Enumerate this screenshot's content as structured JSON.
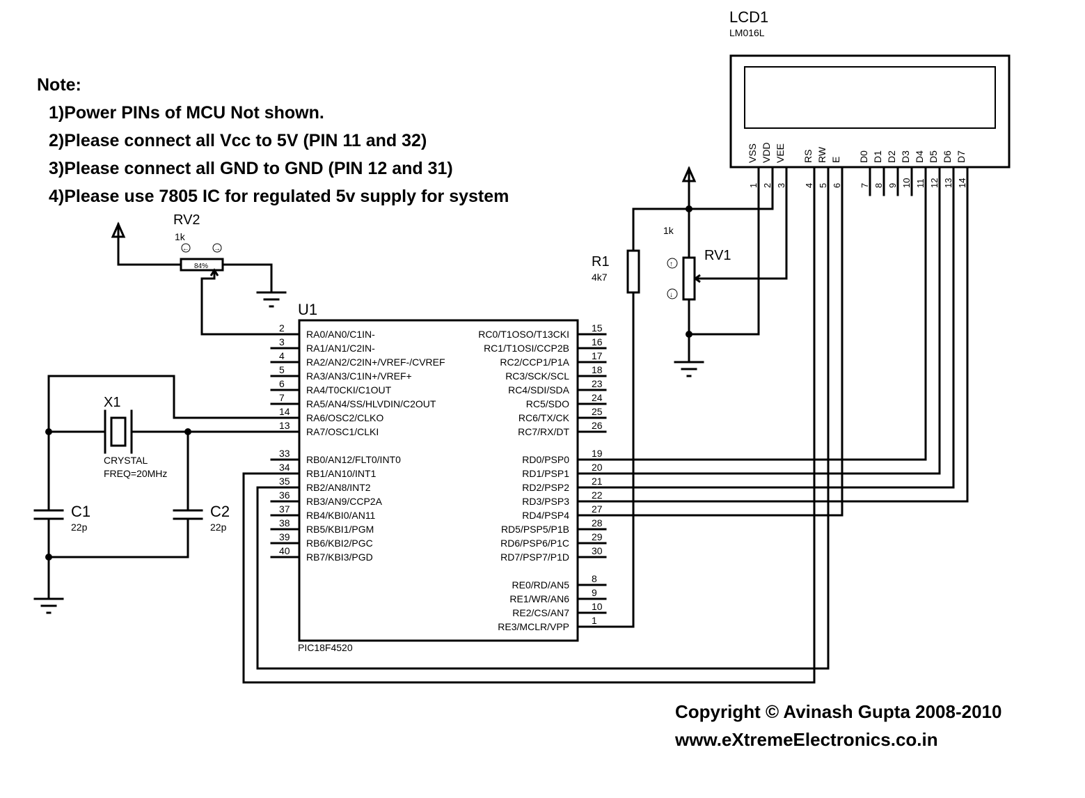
{
  "notes": {
    "title": "Note:",
    "items": [
      "1)Power PINs of MCU Not shown.",
      "2)Please connect all Vcc to 5V (PIN 11 and 32)",
      "3)Please connect all GND to GND (PIN 12 and 31)",
      "4)Please use 7805 IC for regulated 5v supply for system"
    ]
  },
  "copyright": {
    "line1": "Copyright © Avinash Gupta 2008-2010",
    "line2": "www.eXtremeElectronics.co.in"
  },
  "lcd": {
    "ref": "LCD1",
    "part": "LM016L",
    "pins": [
      {
        "name": "VSS",
        "num": "1"
      },
      {
        "name": "VDD",
        "num": "2"
      },
      {
        "name": "VEE",
        "num": "3"
      },
      {
        "name": "RS",
        "num": "4"
      },
      {
        "name": "RW",
        "num": "5"
      },
      {
        "name": "E",
        "num": "6"
      },
      {
        "name": "D0",
        "num": "7"
      },
      {
        "name": "D1",
        "num": "8"
      },
      {
        "name": "D2",
        "num": "9"
      },
      {
        "name": "D3",
        "num": "10"
      },
      {
        "name": "D4",
        "num": "11"
      },
      {
        "name": "D5",
        "num": "12"
      },
      {
        "name": "D6",
        "num": "13"
      },
      {
        "name": "D7",
        "num": "14"
      }
    ]
  },
  "mcu": {
    "ref": "U1",
    "part": "PIC18F4520",
    "left_pins": [
      {
        "name": "RA0/AN0/C1IN-",
        "num": "2"
      },
      {
        "name": "RA1/AN1/C2IN-",
        "num": "3"
      },
      {
        "name": "RA2/AN2/C2IN+/VREF-/CVREF",
        "num": "4"
      },
      {
        "name": "RA3/AN3/C1IN+/VREF+",
        "num": "5"
      },
      {
        "name": "RA4/T0CKI/C1OUT",
        "num": "6"
      },
      {
        "name": "RA5/AN4/SS/HLVDIN/C2OUT",
        "num": "7"
      },
      {
        "name": "RA6/OSC2/CLKO",
        "num": "14"
      },
      {
        "name": "RA7/OSC1/CLKI",
        "num": "13"
      },
      {
        "name": "RB0/AN12/FLT0/INT0",
        "num": "33"
      },
      {
        "name": "RB1/AN10/INT1",
        "num": "34"
      },
      {
        "name": "RB2/AN8/INT2",
        "num": "35"
      },
      {
        "name": "RB3/AN9/CCP2A",
        "num": "36"
      },
      {
        "name": "RB4/KBI0/AN11",
        "num": "37"
      },
      {
        "name": "RB5/KBI1/PGM",
        "num": "38"
      },
      {
        "name": "RB6/KBI2/PGC",
        "num": "39"
      },
      {
        "name": "RB7/KBI3/PGD",
        "num": "40"
      }
    ],
    "right_pins": [
      {
        "name": "RC0/T1OSO/T13CKI",
        "num": "15"
      },
      {
        "name": "RC1/T1OSI/CCP2B",
        "num": "16"
      },
      {
        "name": "RC2/CCP1/P1A",
        "num": "17"
      },
      {
        "name": "RC3/SCK/SCL",
        "num": "18"
      },
      {
        "name": "RC4/SDI/SDA",
        "num": "23"
      },
      {
        "name": "RC5/SDO",
        "num": "24"
      },
      {
        "name": "RC6/TX/CK",
        "num": "25"
      },
      {
        "name": "RC7/RX/DT",
        "num": "26"
      },
      {
        "name": "RD0/PSP0",
        "num": "19"
      },
      {
        "name": "RD1/PSP1",
        "num": "20"
      },
      {
        "name": "RD2/PSP2",
        "num": "21"
      },
      {
        "name": "RD3/PSP3",
        "num": "22"
      },
      {
        "name": "RD4/PSP4",
        "num": "27"
      },
      {
        "name": "RD5/PSP5/P1B",
        "num": "28"
      },
      {
        "name": "RD6/PSP6/P1C",
        "num": "29"
      },
      {
        "name": "RD7/PSP7/P1D",
        "num": "30"
      },
      {
        "name": "RE0/RD/AN5",
        "num": "8"
      },
      {
        "name": "RE1/WR/AN6",
        "num": "9"
      },
      {
        "name": "RE2/CS/AN7",
        "num": "10"
      },
      {
        "name": "RE3/MCLR/VPP",
        "num": "1"
      }
    ]
  },
  "components": {
    "rv2": {
      "ref": "RV2",
      "value": "1k",
      "wiper": "84%"
    },
    "rv1": {
      "ref": "RV1",
      "value": "1k"
    },
    "r1": {
      "ref": "R1",
      "value": "4k7"
    },
    "x1": {
      "ref": "X1",
      "type": "CRYSTAL",
      "freq": "FREQ=20MHz"
    },
    "c1": {
      "ref": "C1",
      "value": "22p"
    },
    "c2": {
      "ref": "C2",
      "value": "22p"
    }
  }
}
